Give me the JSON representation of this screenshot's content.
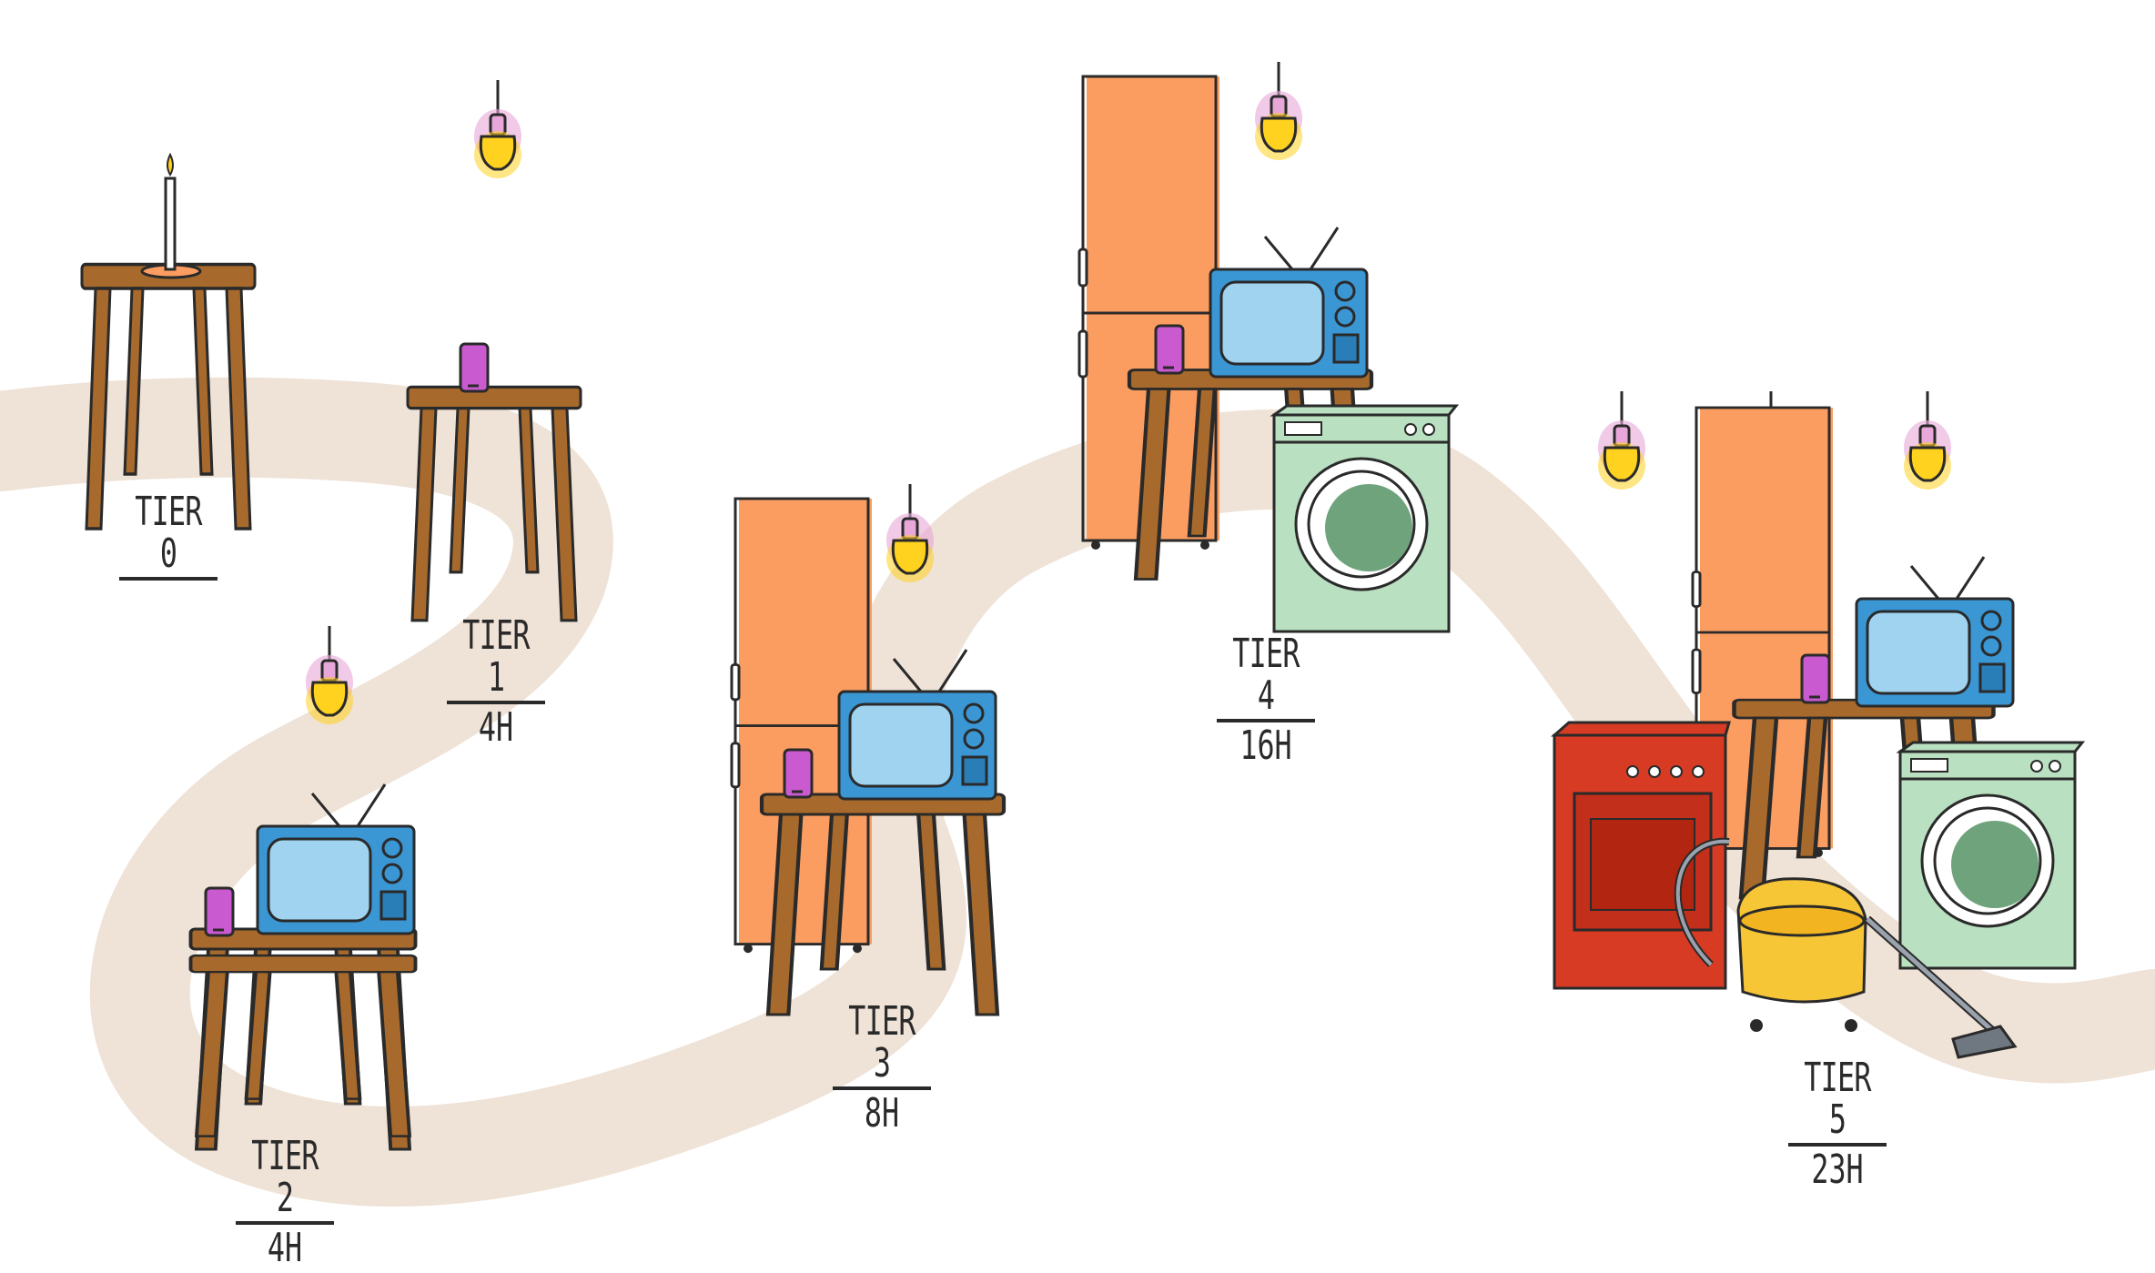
{
  "tiers": [
    {
      "name": "TIER 0",
      "hours": ""
    },
    {
      "name": "TIER 1",
      "hours": "4H"
    },
    {
      "name": "TIER 2",
      "hours": "4H"
    },
    {
      "name": "TIER 3",
      "hours": "8H"
    },
    {
      "name": "TIER 4",
      "hours": "16H"
    },
    {
      "name": "TIER 5",
      "hours": "23H"
    }
  ],
  "colors": {
    "path": "#efe2d6",
    "wood": "#a76a2c",
    "outline": "#2a2a2a",
    "bulb": "#ffd21f",
    "bulb_glow": "#e7a7d8",
    "phone": "#c95ad0",
    "tv": "#3b96d4",
    "tv_screen": "#9fd3f0",
    "fridge": "#fb9d61",
    "washer": "#b9e0c0",
    "washer_drum": "#6ea37b",
    "stove": "#d83b23",
    "vacuum": "#f7c637"
  }
}
